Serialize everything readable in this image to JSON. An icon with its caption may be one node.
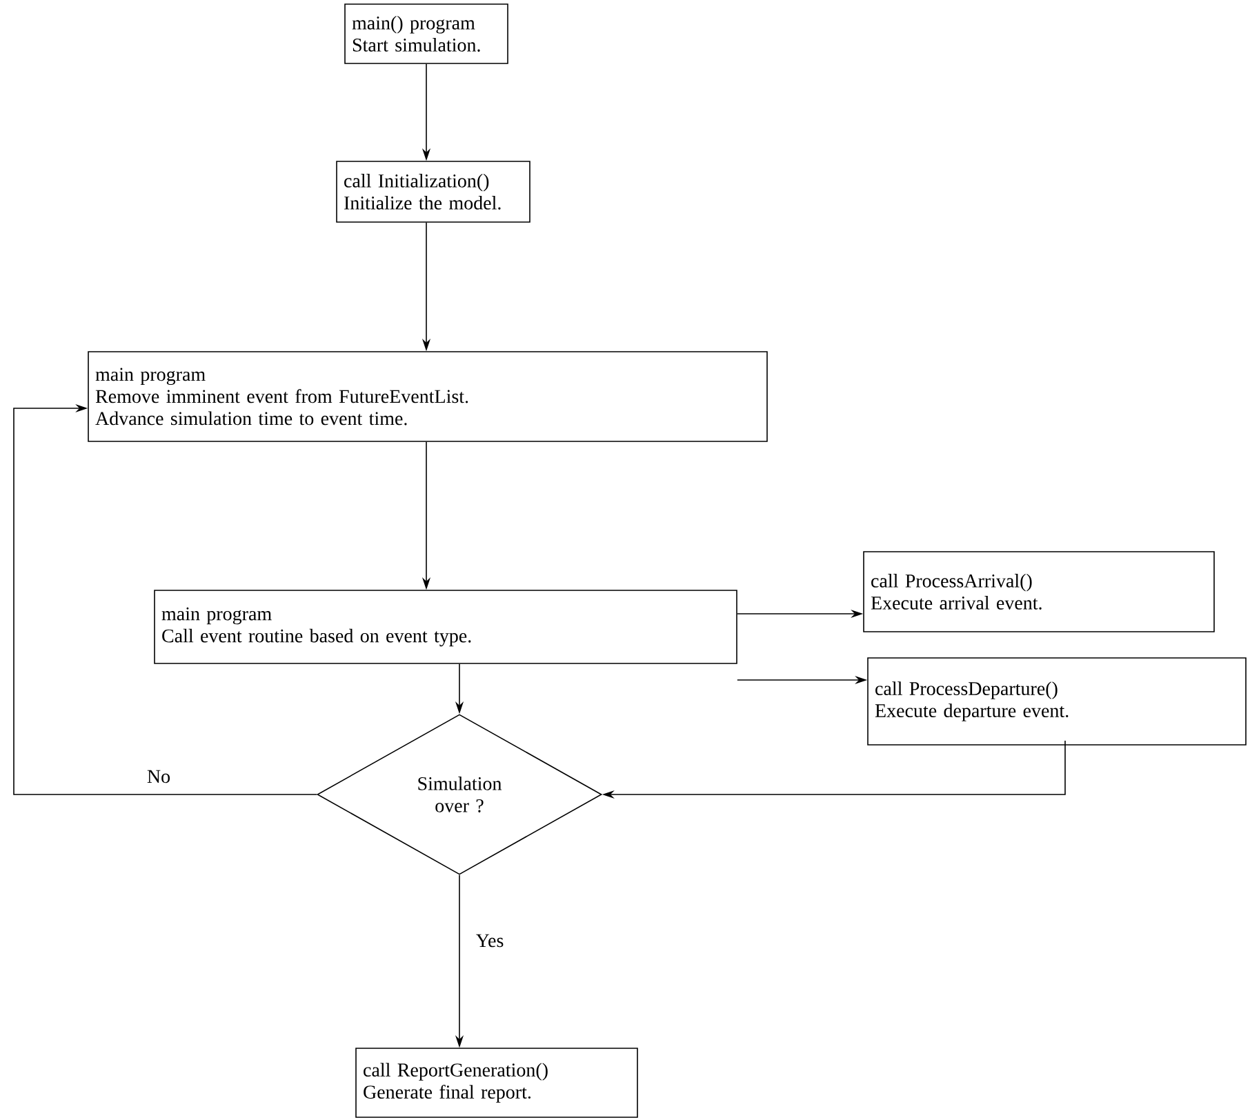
{
  "diagram": {
    "nodes": [
      {
        "text": [
          "main() program",
          "Start simulation."
        ]
      },
      {
        "text": [
          "call Initialization()",
          "Initialize the model."
        ]
      },
      {
        "text": [
          "main program",
          "Remove imminent event from FutureEventList.",
          "Advance simulation time to event time."
        ]
      },
      {
        "text": [
          "main program",
          "Call event routine based on event type."
        ]
      },
      {
        "text": [
          "call ProcessArrival()",
          "Execute arrival event."
        ]
      },
      {
        "text": [
          "call ProcessDeparture()",
          "Execute departure event."
        ]
      },
      {
        "text": [
          "Simulation over ?"
        ]
      },
      {
        "text": [
          "call ReportGeneration()",
          "Generate final report."
        ]
      }
    ],
    "edges": [
      {
        "from": 0,
        "to": 1,
        "arrow": "to"
      },
      {
        "from": 1,
        "to": 2,
        "arrow": "to"
      },
      {
        "from": 2,
        "to": 3,
        "arrow": "to"
      },
      {
        "from": 3,
        "to": 4,
        "arrow": "to"
      },
      {
        "from": 3,
        "to": 5,
        "arrow": "to"
      },
      {
        "from": 3,
        "to": 6,
        "arrow": "to"
      },
      {
        "from": 5,
        "to": 6,
        "arrow": "to"
      },
      {
        "from": 6,
        "to": 2,
        "arrow": "to",
        "label": "No"
      },
      {
        "from": 6,
        "to": 7,
        "arrow": "to",
        "label": "Yes"
      }
    ]
  }
}
